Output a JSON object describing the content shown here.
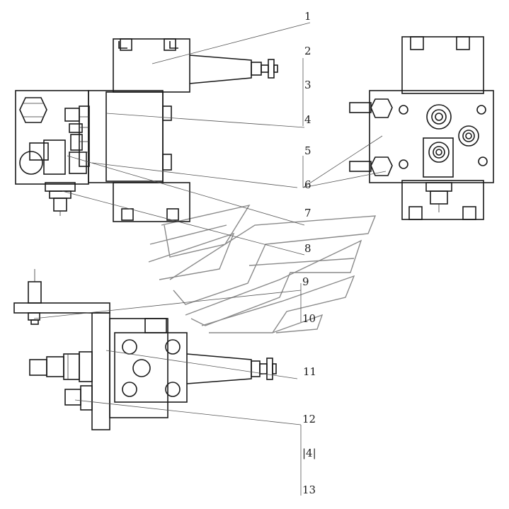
{
  "callouts": [
    "1",
    "2",
    "3",
    "4",
    "5",
    "6",
    "7",
    "8",
    "9",
    "10",
    "11",
    "12",
    "|4|",
    "13"
  ],
  "colors": {
    "line": "#1a1a1a",
    "leader": "#555555",
    "watermark": "#8a8a8a",
    "background": "#ffffff"
  },
  "icons": [
    "hex-nut-icon",
    "bolt-icon",
    "fitting-icon",
    "handwheel-icon"
  ]
}
